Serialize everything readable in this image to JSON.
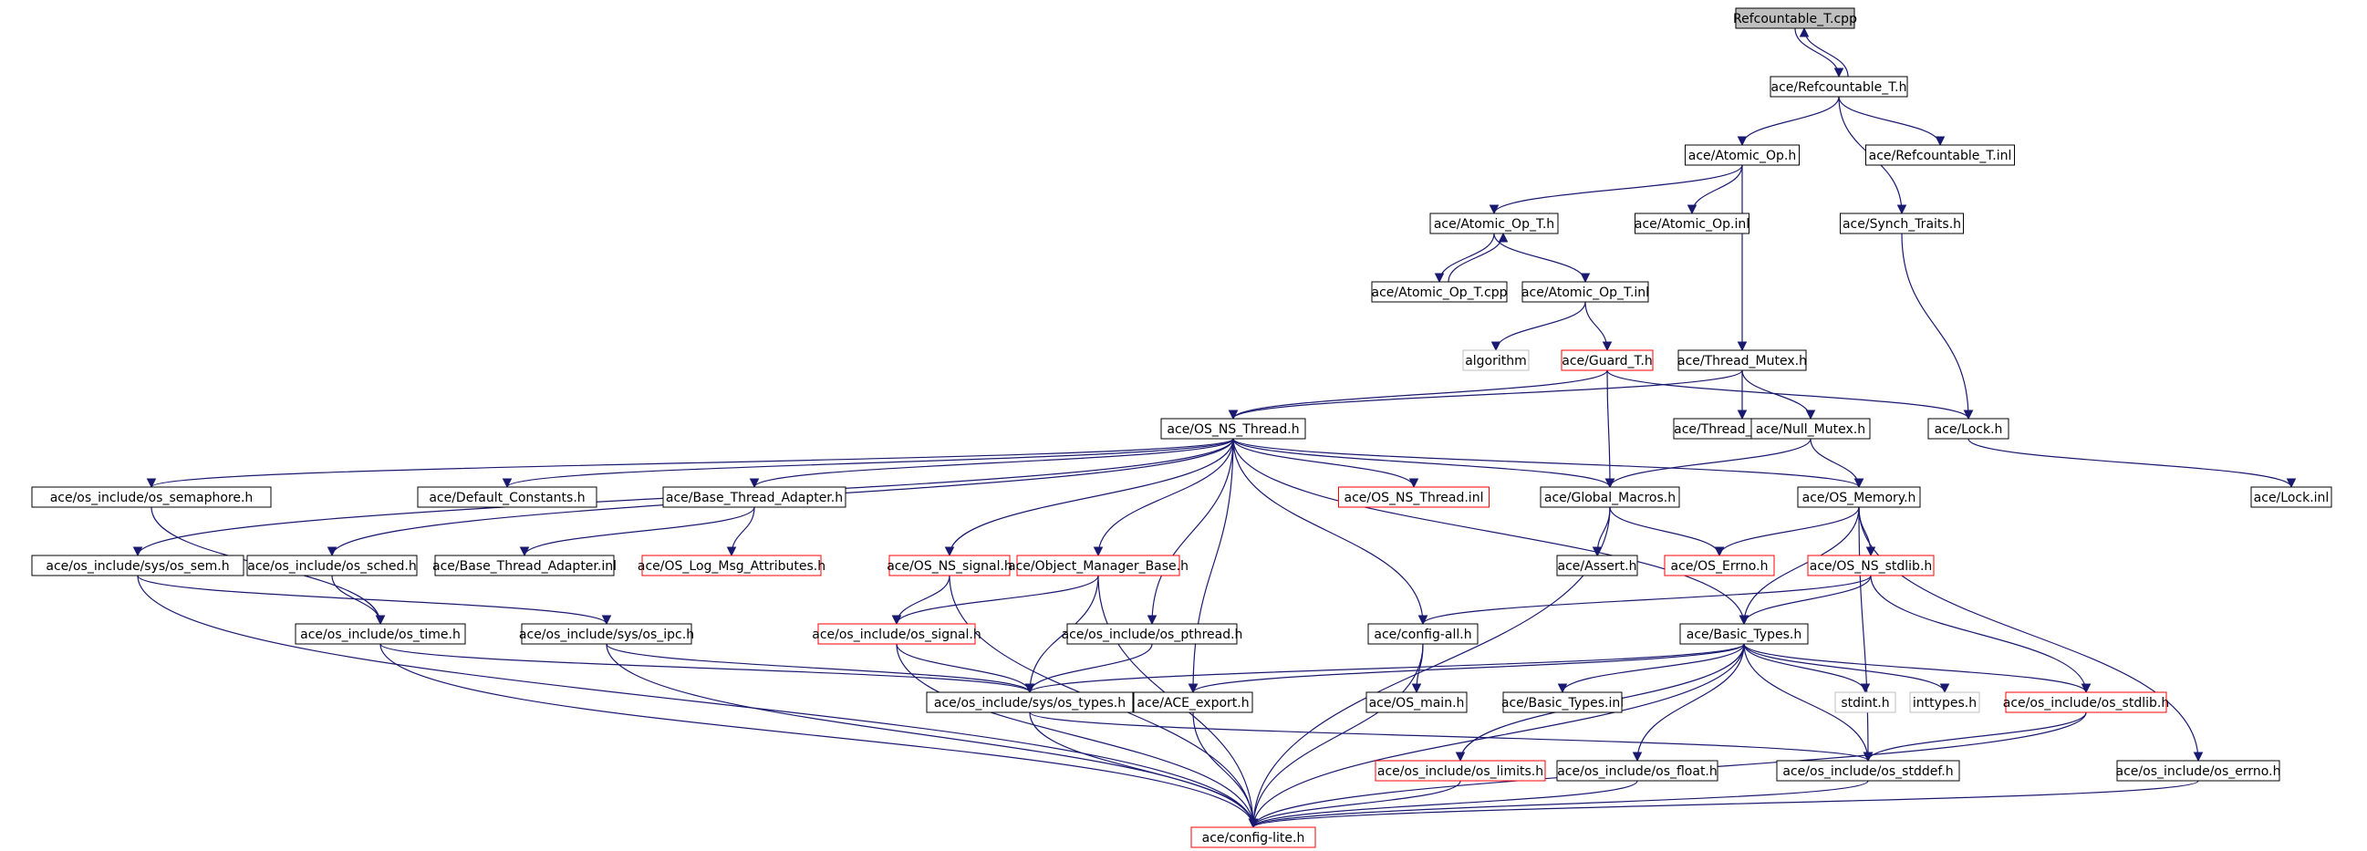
{
  "diagram": {
    "nodes": [
      {
        "id": "n0",
        "label": "Refcountable_T.cpp",
        "style": "root"
      },
      {
        "id": "n1",
        "label": "ace/Refcountable_T.h",
        "style": "normal"
      },
      {
        "id": "n2",
        "label": "ace/Atomic_Op.h",
        "style": "normal"
      },
      {
        "id": "n3",
        "label": "ace/Refcountable_T.inl",
        "style": "normal"
      },
      {
        "id": "n4",
        "label": "ace/Atomic_Op_T.h",
        "style": "normal"
      },
      {
        "id": "n5",
        "label": "ace/Atomic_Op.inl",
        "style": "normal"
      },
      {
        "id": "n6",
        "label": "ace/Synch_Traits.h",
        "style": "normal"
      },
      {
        "id": "n7",
        "label": "ace/Atomic_Op_T.cpp",
        "style": "normal"
      },
      {
        "id": "n8",
        "label": "ace/Atomic_Op_T.inl",
        "style": "normal"
      },
      {
        "id": "n9",
        "label": "algorithm",
        "style": "ghost"
      },
      {
        "id": "n10",
        "label": "ace/Guard_T.h",
        "style": "red"
      },
      {
        "id": "n11",
        "label": "ace/Thread_Mutex.h",
        "style": "normal"
      },
      {
        "id": "n12",
        "label": "ace/OS_NS_Thread.h",
        "style": "normal"
      },
      {
        "id": "n13",
        "label": "ace/Thread_Mutex.inl",
        "style": "normal"
      },
      {
        "id": "n14",
        "label": "ace/Null_Mutex.h",
        "style": "normal"
      },
      {
        "id": "n15",
        "label": "ace/Lock.h",
        "style": "normal"
      },
      {
        "id": "n16",
        "label": "ace/os_include/os_semaphore.h",
        "style": "normal"
      },
      {
        "id": "n17",
        "label": "ace/Default_Constants.h",
        "style": "normal"
      },
      {
        "id": "n18",
        "label": "ace/Base_Thread_Adapter.h",
        "style": "normal"
      },
      {
        "id": "n19",
        "label": "ace/OS_NS_Thread.inl",
        "style": "red"
      },
      {
        "id": "n20",
        "label": "ace/Global_Macros.h",
        "style": "normal"
      },
      {
        "id": "n21",
        "label": "ace/OS_Memory.h",
        "style": "normal"
      },
      {
        "id": "n22",
        "label": "ace/Lock.inl",
        "style": "normal"
      },
      {
        "id": "n23",
        "label": "ace/os_include/sys/os_sem.h",
        "style": "normal"
      },
      {
        "id": "n24",
        "label": "ace/os_include/os_sched.h",
        "style": "normal"
      },
      {
        "id": "n25",
        "label": "ace/Base_Thread_Adapter.inl",
        "style": "normal"
      },
      {
        "id": "n26",
        "label": "ace/OS_Log_Msg_Attributes.h",
        "style": "red"
      },
      {
        "id": "n27",
        "label": "ace/OS_NS_signal.h",
        "style": "red"
      },
      {
        "id": "n28",
        "label": "ace/Object_Manager_Base.h",
        "style": "red"
      },
      {
        "id": "n29",
        "label": "ace/Assert.h",
        "style": "normal"
      },
      {
        "id": "n30",
        "label": "ace/OS_Errno.h",
        "style": "red"
      },
      {
        "id": "n31",
        "label": "ace/OS_NS_stdlib.h",
        "style": "red"
      },
      {
        "id": "n32",
        "label": "ace/os_include/os_time.h",
        "style": "normal"
      },
      {
        "id": "n33",
        "label": "ace/os_include/sys/os_ipc.h",
        "style": "normal"
      },
      {
        "id": "n34",
        "label": "ace/os_include/os_signal.h",
        "style": "red"
      },
      {
        "id": "n35",
        "label": "ace/os_include/os_pthread.h",
        "style": "normal"
      },
      {
        "id": "n36",
        "label": "ace/config-all.h",
        "style": "normal"
      },
      {
        "id": "n37",
        "label": "ace/Basic_Types.h",
        "style": "normal"
      },
      {
        "id": "n38",
        "label": "ace/os_include/sys/os_types.h",
        "style": "normal"
      },
      {
        "id": "n39",
        "label": "ace/ACE_export.h",
        "style": "normal"
      },
      {
        "id": "n40",
        "label": "ace/OS_main.h",
        "style": "normal"
      },
      {
        "id": "n41",
        "label": "ace/Basic_Types.inl",
        "style": "normal"
      },
      {
        "id": "n42",
        "label": "stdint.h",
        "style": "ghost"
      },
      {
        "id": "n43",
        "label": "inttypes.h",
        "style": "ghost"
      },
      {
        "id": "n44",
        "label": "ace/os_include/os_stdlib.h",
        "style": "red"
      },
      {
        "id": "n45",
        "label": "ace/os_include/os_limits.h",
        "style": "red"
      },
      {
        "id": "n46",
        "label": "ace/os_include/os_float.h",
        "style": "normal"
      },
      {
        "id": "n47",
        "label": "ace/os_include/os_stddef.h",
        "style": "normal"
      },
      {
        "id": "n48",
        "label": "ace/os_include/os_errno.h",
        "style": "normal"
      },
      {
        "id": "n49",
        "label": "ace/config-lite.h",
        "style": "red"
      }
    ],
    "edges": [
      [
        "n0",
        "n1"
      ],
      [
        "n1",
        "n0"
      ],
      [
        "n1",
        "n2"
      ],
      [
        "n1",
        "n3"
      ],
      [
        "n1",
        "n6"
      ],
      [
        "n2",
        "n4"
      ],
      [
        "n2",
        "n5"
      ],
      [
        "n2",
        "n11"
      ],
      [
        "n4",
        "n7"
      ],
      [
        "n7",
        "n4"
      ],
      [
        "n4",
        "n8"
      ],
      [
        "n8",
        "n9"
      ],
      [
        "n8",
        "n10"
      ],
      [
        "n10",
        "n12"
      ],
      [
        "n10",
        "n15"
      ],
      [
        "n10",
        "n20"
      ],
      [
        "n11",
        "n12"
      ],
      [
        "n11",
        "n13"
      ],
      [
        "n11",
        "n14"
      ],
      [
        "n6",
        "n15"
      ],
      [
        "n14",
        "n20"
      ],
      [
        "n14",
        "n21"
      ],
      [
        "n15",
        "n22"
      ],
      [
        "n12",
        "n16"
      ],
      [
        "n12",
        "n17"
      ],
      [
        "n12",
        "n18"
      ],
      [
        "n12",
        "n19"
      ],
      [
        "n12",
        "n20"
      ],
      [
        "n12",
        "n21"
      ],
      [
        "n12",
        "n23"
      ],
      [
        "n12",
        "n24"
      ],
      [
        "n12",
        "n27"
      ],
      [
        "n12",
        "n28"
      ],
      [
        "n12",
        "n35"
      ],
      [
        "n12",
        "n36"
      ],
      [
        "n12",
        "n37"
      ],
      [
        "n12",
        "n39"
      ],
      [
        "n16",
        "n32"
      ],
      [
        "n18",
        "n25"
      ],
      [
        "n18",
        "n26"
      ],
      [
        "n20",
        "n29"
      ],
      [
        "n20",
        "n30"
      ],
      [
        "n20",
        "n49"
      ],
      [
        "n21",
        "n30"
      ],
      [
        "n21",
        "n31"
      ],
      [
        "n21",
        "n37"
      ],
      [
        "n21",
        "n47"
      ],
      [
        "n23",
        "n33"
      ],
      [
        "n23",
        "n49"
      ],
      [
        "n24",
        "n32"
      ],
      [
        "n27",
        "n34"
      ],
      [
        "n27",
        "n49"
      ],
      [
        "n28",
        "n34"
      ],
      [
        "n28",
        "n38"
      ],
      [
        "n28",
        "n49"
      ],
      [
        "n31",
        "n36"
      ],
      [
        "n31",
        "n37"
      ],
      [
        "n31",
        "n44"
      ],
      [
        "n32",
        "n38"
      ],
      [
        "n32",
        "n49"
      ],
      [
        "n33",
        "n38"
      ],
      [
        "n33",
        "n49"
      ],
      [
        "n34",
        "n38"
      ],
      [
        "n34",
        "n49"
      ],
      [
        "n35",
        "n38"
      ],
      [
        "n36",
        "n40"
      ],
      [
        "n36",
        "n49"
      ],
      [
        "n37",
        "n38"
      ],
      [
        "n37",
        "n39"
      ],
      [
        "n37",
        "n41"
      ],
      [
        "n37",
        "n42"
      ],
      [
        "n37",
        "n43"
      ],
      [
        "n37",
        "n44"
      ],
      [
        "n37",
        "n45"
      ],
      [
        "n37",
        "n46"
      ],
      [
        "n37",
        "n47"
      ],
      [
        "n37",
        "n49"
      ],
      [
        "n38",
        "n47"
      ],
      [
        "n38",
        "n49"
      ],
      [
        "n39",
        "n49"
      ],
      [
        "n44",
        "n47"
      ],
      [
        "n44",
        "n49"
      ],
      [
        "n45",
        "n49"
      ],
      [
        "n46",
        "n49"
      ],
      [
        "n47",
        "n49"
      ],
      [
        "n48",
        "n49"
      ],
      [
        "n21",
        "n48"
      ]
    ]
  },
  "colors": {
    "edge": "#191970",
    "node_border": "#000000",
    "red_border": "#ff0000",
    "ghost_border": "#bfbfbf",
    "root_fill": "#bfbfbf",
    "node_fill": "#ffffff"
  }
}
